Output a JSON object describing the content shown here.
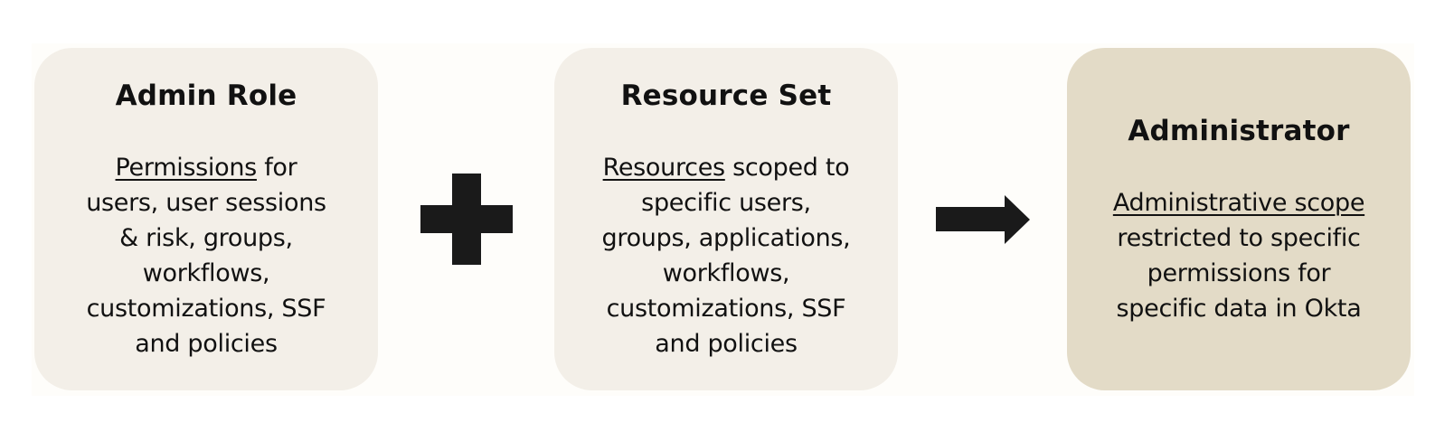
{
  "colors": {
    "panel_background": "#fefdfa",
    "card_light": "#f3efe8",
    "card_dark": "#e3dbc7",
    "icon": "#1a1a1a",
    "text": "#111111"
  },
  "cards": [
    {
      "title": "Admin Role",
      "highlight": "Permissions",
      "lines": [
        " for",
        "users, user sessions",
        "& risk, groups,",
        "workflows,",
        "customizations, SSF",
        "and policies"
      ]
    },
    {
      "title": "Resource Set",
      "highlight": "Resources",
      "lines": [
        " scoped to",
        "specific users,",
        "groups, applications,",
        "workflows,",
        "customizations, SSF",
        "and policies"
      ]
    },
    {
      "title": "Administrator",
      "highlight": "Administrative scope",
      "lines": [
        "",
        "restricted to specific",
        "permissions for",
        "specific data in Okta"
      ]
    }
  ],
  "operators": {
    "first": "plus-icon",
    "second": "arrow-right-icon"
  }
}
